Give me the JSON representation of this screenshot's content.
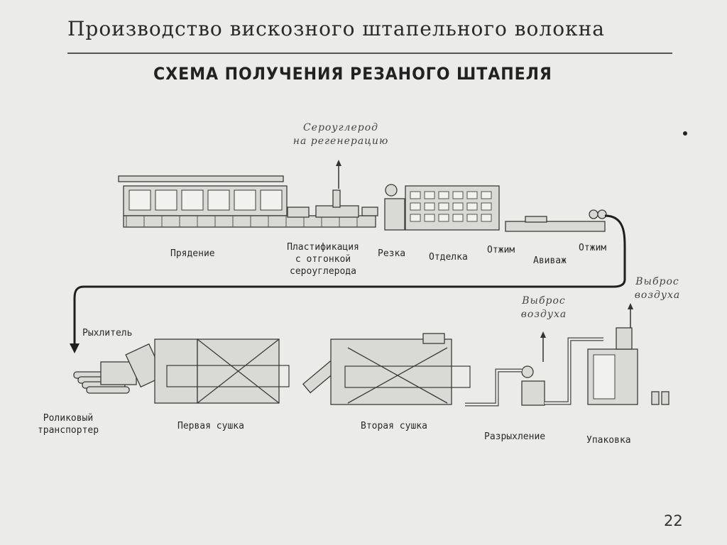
{
  "header": {
    "title": "Производство вискозного штапельного волокна",
    "subtitle": "СХЕМА ПОЛУЧЕНИЯ РЕЗАНОГО ШТАПЕЛЯ"
  },
  "annotations": {
    "carbon_disulfide": [
      "Сероуглерод",
      "на регенерацию"
    ],
    "air_release_1": [
      "Выброс",
      "воздуха"
    ],
    "air_release_2": [
      "Выброс",
      "воздуха"
    ]
  },
  "stages_top": {
    "spinning": "Прядение",
    "plasticization": [
      "Пластификация",
      "с отгонкой",
      "сероуглерода"
    ],
    "cutting": "Резка",
    "finishing": "Отделка",
    "squeeze_1": "Отжим",
    "avivage": "Авиваж",
    "squeeze_2": "Отжим"
  },
  "stages_bottom": {
    "loosener": "Рыхлитель",
    "roller_conveyor": [
      "Роликовый",
      "транспортер"
    ],
    "first_drying": "Первая сушка",
    "second_drying": "Вторая сушка",
    "loosening": "Разрыхление",
    "packing": "Упаковка"
  },
  "page_number": "22"
}
